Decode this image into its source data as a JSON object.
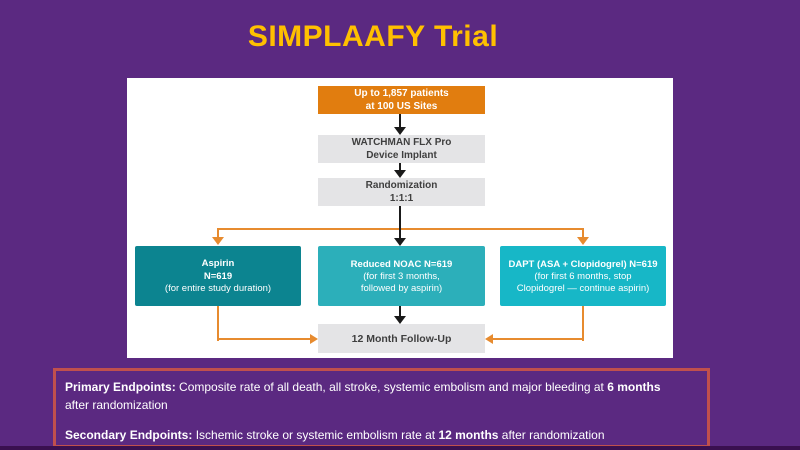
{
  "slide": {
    "title": "SIMPLAAFY Trial",
    "colors": {
      "background": "#5B2981",
      "title": "#FFC000",
      "panel": "#FFFFFF",
      "patients_box": "#E17D0F",
      "gray_box": "#E4E4E6",
      "arm_aspirin": "#0C8490",
      "arm_noac": "#2CAFBA",
      "arm_dapt": "#17B7C7",
      "black_arrow": "#1A1A1A",
      "orange_arrow": "#E78B2F",
      "endpoints_border": "#C0504D"
    }
  },
  "flowchart": {
    "patients_box": {
      "line1": "Up to 1,857 patients",
      "line2": "at 100 US Sites"
    },
    "implant_box": {
      "line1": "WATCHMAN FLX Pro",
      "line2": "Device Implant"
    },
    "randomization_box": {
      "line1": "Randomization",
      "line2": "1:1:1"
    },
    "arms": [
      {
        "title1": "Aspirin",
        "title2": "N=619",
        "detail1": "(for entire study duration)",
        "detail2": "",
        "color": "#0C8490"
      },
      {
        "title1": "Reduced NOAC N=619",
        "title2": "",
        "detail1": "(for first 3 months,",
        "detail2": "followed by aspirin)",
        "color": "#2CAFBA"
      },
      {
        "title1": "DAPT (ASA + Clopidogrel) N=619",
        "title2": "",
        "detail1": "(for first 6 months, stop",
        "detail2": "Clopidogrel — continue aspirin)",
        "color": "#17B7C7"
      }
    ],
    "followup_box": {
      "label": "12 Month Follow-Up"
    }
  },
  "endpoints": {
    "primary_label": "Primary Endpoints:",
    "primary_text": " Composite rate of all death, all stroke, systemic embolism and major bleeding at ",
    "primary_bold": "6 months",
    "primary_line2": "after randomization",
    "secondary_label": "Secondary Endpoints:",
    "secondary_text": " Ischemic stroke or systemic embolism rate at ",
    "secondary_bold": "12 months",
    "secondary_tail": " after randomization"
  }
}
